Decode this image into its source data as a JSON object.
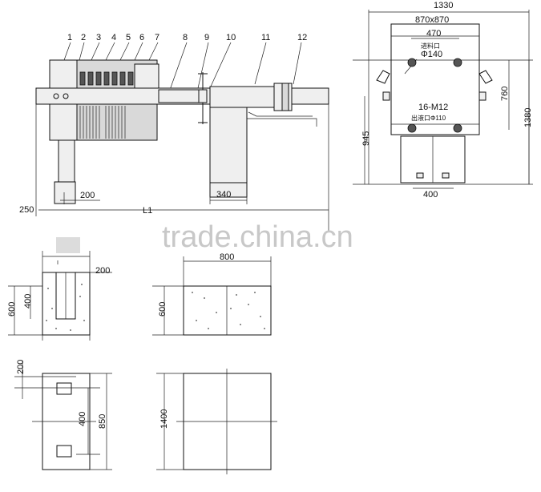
{
  "callouts": [
    "1",
    "2",
    "3",
    "4",
    "5",
    "6",
    "7",
    "8",
    "9",
    "10",
    "11",
    "12"
  ],
  "front_view": {
    "dim_motor_width": "340",
    "dim_leg_offset": "200",
    "dim_left": "250",
    "dim_overall": "L1"
  },
  "end_view": {
    "dim_overall_width": "1330",
    "dim_plate": "870x870",
    "dim_port_spacing": "470",
    "label_feed_port": "进料口",
    "dim_feed_port": "Φ140",
    "dim_bolts": "16-M12",
    "label_outlet": "出液口Φ110",
    "dim_base": "400",
    "dim_height_mid": "760",
    "dim_height_total": "1380",
    "dim_base_height": "945"
  },
  "foundation_left": {
    "dim_width": "200",
    "dim_height": "600",
    "dim_inner": "400",
    "dim_plan_top": "200",
    "dim_plan_inner": "400",
    "dim_plan_height": "850"
  },
  "foundation_right": {
    "dim_width": "800",
    "dim_height": "600",
    "dim_plan_height": "1400"
  },
  "watermark": "trade.china.cn"
}
